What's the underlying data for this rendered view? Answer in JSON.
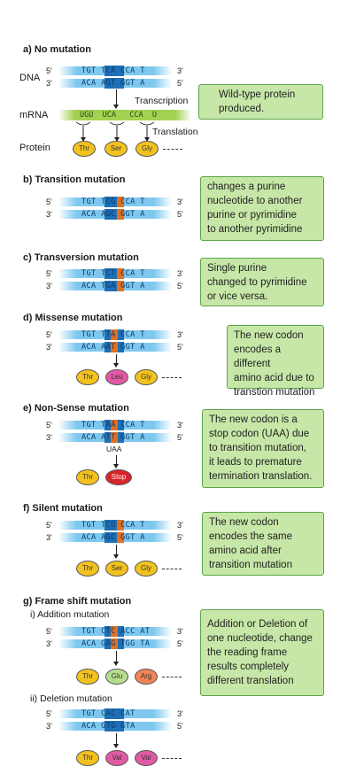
{
  "sections": {
    "a": {
      "title": "a) No mutation",
      "dna_label": "DNA",
      "mrna_label": "mRNA",
      "protein_label": "Protein",
      "top": "TGT TCA CCA T",
      "bottom": "ACA AGT GGT A",
      "mrna": "UGU  UCA   CCA  U",
      "transcription": "Transcription",
      "translation": "Translation",
      "aa": [
        "Thr",
        "Ser",
        "Gly"
      ],
      "note": [
        "Wild-type protein",
        "produced."
      ]
    },
    "b": {
      "title": "b) Transition mutation",
      "top": "TGT TCG CCA T",
      "bottom": "ACA AGC GGT A",
      "note": [
        "changes a purine",
        "nucleotide to another",
        "purine or pyrimidine",
        "to another pyrimidine"
      ]
    },
    "c": {
      "title": "c) Transversion mutation",
      "top": "TGT TCT CCA T",
      "bottom": "ACA TGA GGT A",
      "note": [
        "Single purine",
        "changed to pyrimidine",
        "or vice versa."
      ]
    },
    "d": {
      "title": "d) Missense mutation",
      "top": "TGT TTA CCA T",
      "bottom": "ACA AAT GGT A",
      "aa": [
        "Thr",
        "Leu",
        "Gly"
      ],
      "note": [
        "The new codon",
        "encodes a different",
        "amino acid due to",
        "transtion mutation"
      ]
    },
    "e": {
      "title": "e) Non-Sense mutation",
      "top": "TGT TAA CCA T",
      "bottom": "ACA ATT GGT A",
      "codon": "UAA",
      "aa": [
        "Thr",
        "Stop"
      ],
      "note": [
        "The new codon is a",
        "stop codon (UAA) due",
        "to transition mutation,",
        "it leads to premature",
        "termination translation."
      ]
    },
    "f": {
      "title": "f) Silent mutation",
      "top": "TGT TCG CCA T",
      "bottom": "ACA AGC GGT A",
      "aa": [
        "Thr",
        "Ser",
        "Gly"
      ],
      "note": [
        "The new codon",
        "encodes the same",
        "amino acid after",
        "transition mutation"
      ]
    },
    "g": {
      "title": "g) Frame shift mutation",
      "i_title": "i) Addition mutation",
      "i_top": "TGT CTC ACC AT",
      "i_bottom": "ACA GAG TGG TA",
      "i_aa": [
        "Thr",
        "Glu",
        "Arg"
      ],
      "ii_title": "ii) Deletion mutation",
      "ii_top": "TGT CAC CAT",
      "ii_bottom": "ACA GTG GTA",
      "ii_aa": [
        "Thr",
        "Val",
        "Val"
      ],
      "note": [
        "Addition or Deletion of",
        "one nucleotide, change",
        "the reading frame",
        "results completely",
        "different translation"
      ]
    }
  },
  "primes": {
    "five": "5'",
    "three": "3'"
  }
}
